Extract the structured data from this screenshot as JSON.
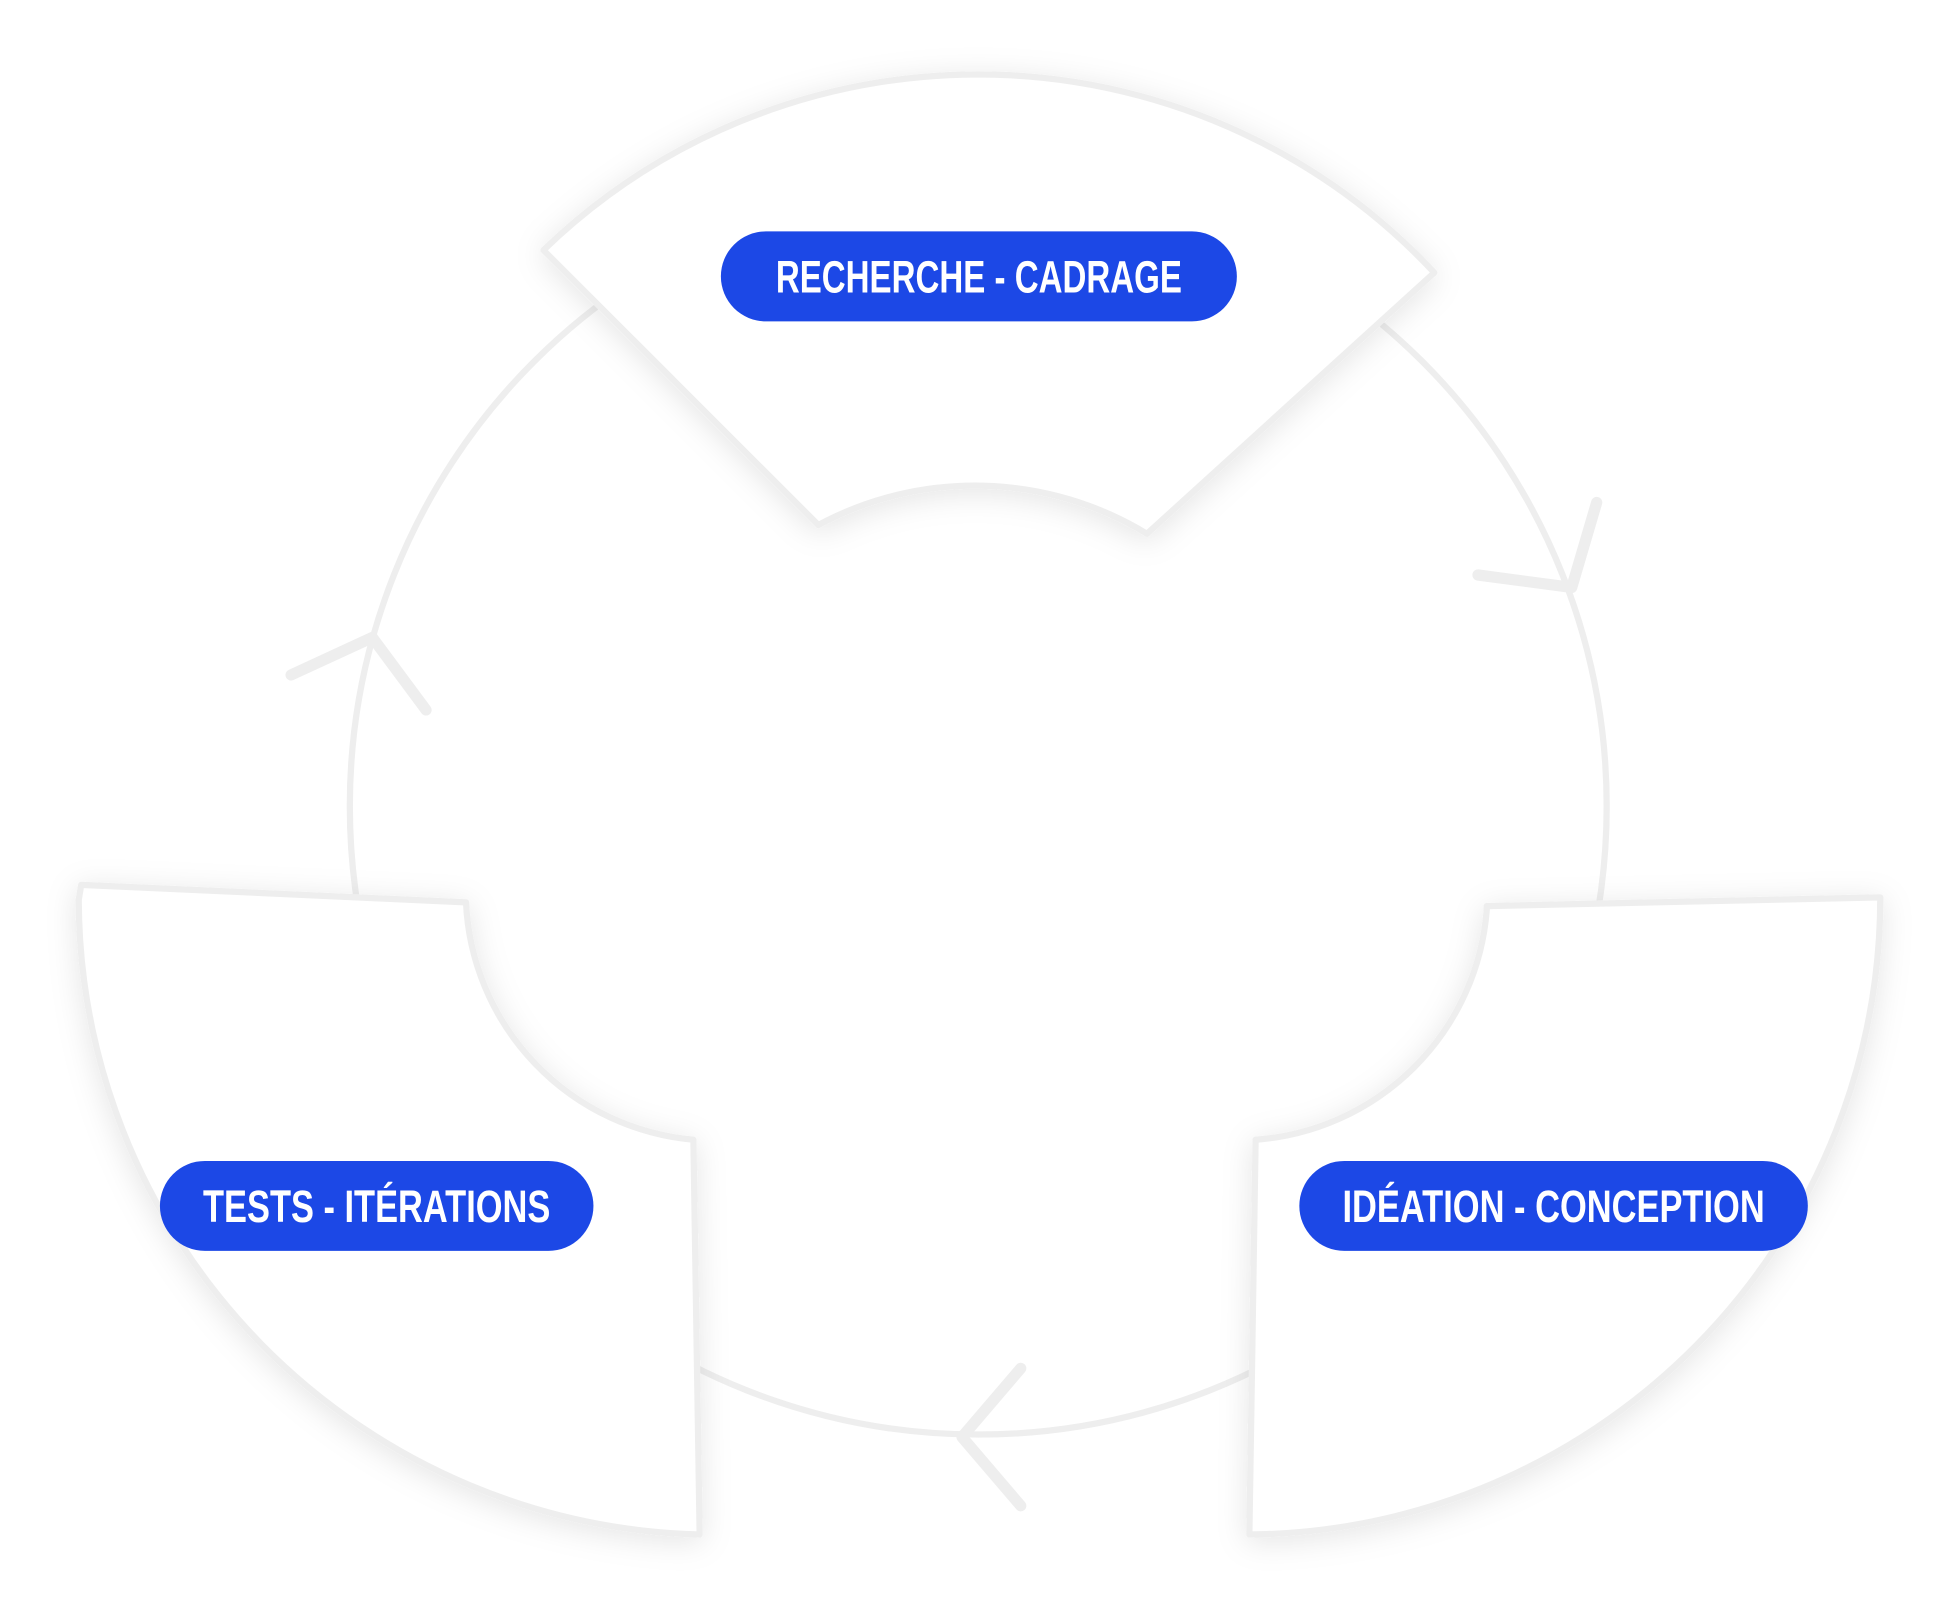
{
  "title": "Design cycle",
  "colors": {
    "pill": "#1c48e6",
    "stroke": "#eeeeee",
    "pill_text": "#ffffff"
  },
  "stages": [
    {
      "label": "RECHERCHE - CADRAGE"
    },
    {
      "label": "IDÉATION - CONCEPTION"
    },
    {
      "label": "TESTS - ITÉRATIONS"
    }
  ],
  "arrows": [
    "arrow-clockwise-right",
    "arrow-clockwise-bottom",
    "arrow-clockwise-left"
  ]
}
